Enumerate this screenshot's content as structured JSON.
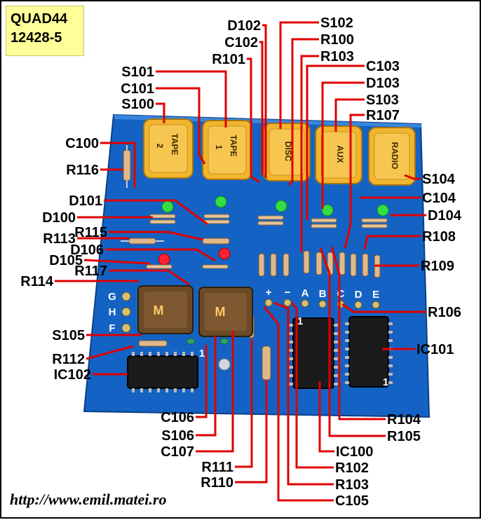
{
  "title": {
    "line1": "QUAD44",
    "line2": "12428-5"
  },
  "url": "http://www.emil.matei.ro",
  "buttons": [
    {
      "name": "tape2",
      "line1": "TAPE",
      "line2": "2"
    },
    {
      "name": "tape1",
      "line1": "TAPE",
      "line2": "1"
    },
    {
      "name": "disc",
      "line1": "DISC",
      "line2": ""
    },
    {
      "name": "aux",
      "line1": "AUX",
      "line2": ""
    },
    {
      "name": "radio",
      "line1": "RADIO",
      "line2": ""
    }
  ],
  "pads": [
    "+",
    "−",
    "A",
    "B",
    "C",
    "D",
    "E"
  ],
  "side_pads": [
    "G",
    "H",
    "F"
  ],
  "relay_label": "M",
  "chip_marks": [
    "1",
    "1",
    "1"
  ],
  "labels_top": [
    "D102",
    "C102",
    "R101",
    "S102",
    "R100",
    "R103",
    "C103",
    "D103",
    "S103",
    "R107"
  ],
  "labels_left": [
    "S101",
    "C101",
    "S100",
    "C100",
    "R116",
    "D101",
    "D100",
    "R113",
    "R115",
    "D106",
    "D105",
    "R117",
    "R114",
    "S105",
    "R112",
    "IC102"
  ],
  "labels_right": [
    "S104",
    "C104",
    "D104",
    "R108",
    "R109",
    "R106",
    "IC101"
  ],
  "labels_bottom": [
    "C106",
    "S106",
    "C107",
    "R111",
    "R110",
    "R104",
    "R105",
    "IC100",
    "R102",
    "R103",
    "C105"
  ],
  "colors": {
    "board": "#1463c4",
    "leader": "#e00000",
    "button": "#f1b52e",
    "relay": "#6b4a26",
    "title_bg": "#ffff99"
  }
}
